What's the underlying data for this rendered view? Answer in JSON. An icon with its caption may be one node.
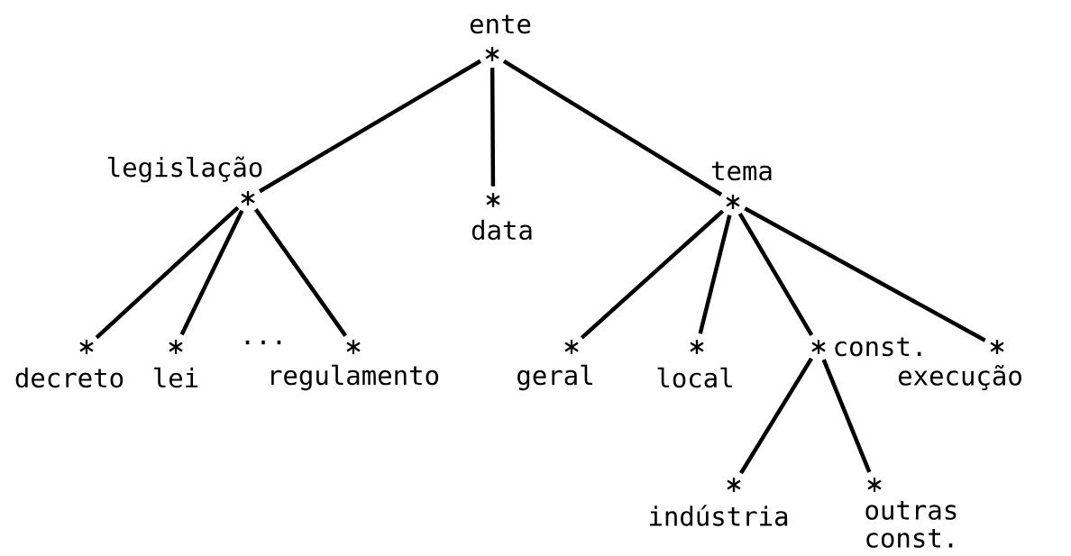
{
  "diagram": {
    "nodes": [
      {
        "text": [
          "ente"
        ]
      },
      {
        "text": [
          "legislação"
        ]
      },
      {
        "text": [
          "data"
        ]
      },
      {
        "text": [
          "tema"
        ]
      },
      {
        "text": [
          "decreto"
        ]
      },
      {
        "text": [
          "lei"
        ]
      },
      {
        "text": [
          "regulamento"
        ]
      },
      {
        "text": [
          "geral"
        ]
      },
      {
        "text": [
          "local"
        ]
      },
      {
        "text": [
          "const."
        ]
      },
      {
        "text": [
          "execução"
        ]
      },
      {
        "text": [
          "indústria"
        ]
      },
      {
        "text": [
          "outras const."
        ]
      }
    ],
    "edges": [
      {
        "from": 0,
        "to": 1,
        "arrow": "none"
      },
      {
        "from": 0,
        "to": 2,
        "arrow": "none"
      },
      {
        "from": 0,
        "to": 3,
        "arrow": "none"
      },
      {
        "from": 1,
        "to": 4,
        "arrow": "none"
      },
      {
        "from": 1,
        "to": 5,
        "arrow": "none"
      },
      {
        "from": 1,
        "to": 6,
        "arrow": "none"
      },
      {
        "from": 3,
        "to": 7,
        "arrow": "none"
      },
      {
        "from": 3,
        "to": 8,
        "arrow": "none"
      },
      {
        "from": 3,
        "to": 9,
        "arrow": "none"
      },
      {
        "from": 3,
        "to": 10,
        "arrow": "none"
      },
      {
        "from": 9,
        "to": 11,
        "arrow": "none"
      },
      {
        "from": 9,
        "to": 12,
        "arrow": "none"
      }
    ],
    "labels": [
      "..."
    ]
  }
}
